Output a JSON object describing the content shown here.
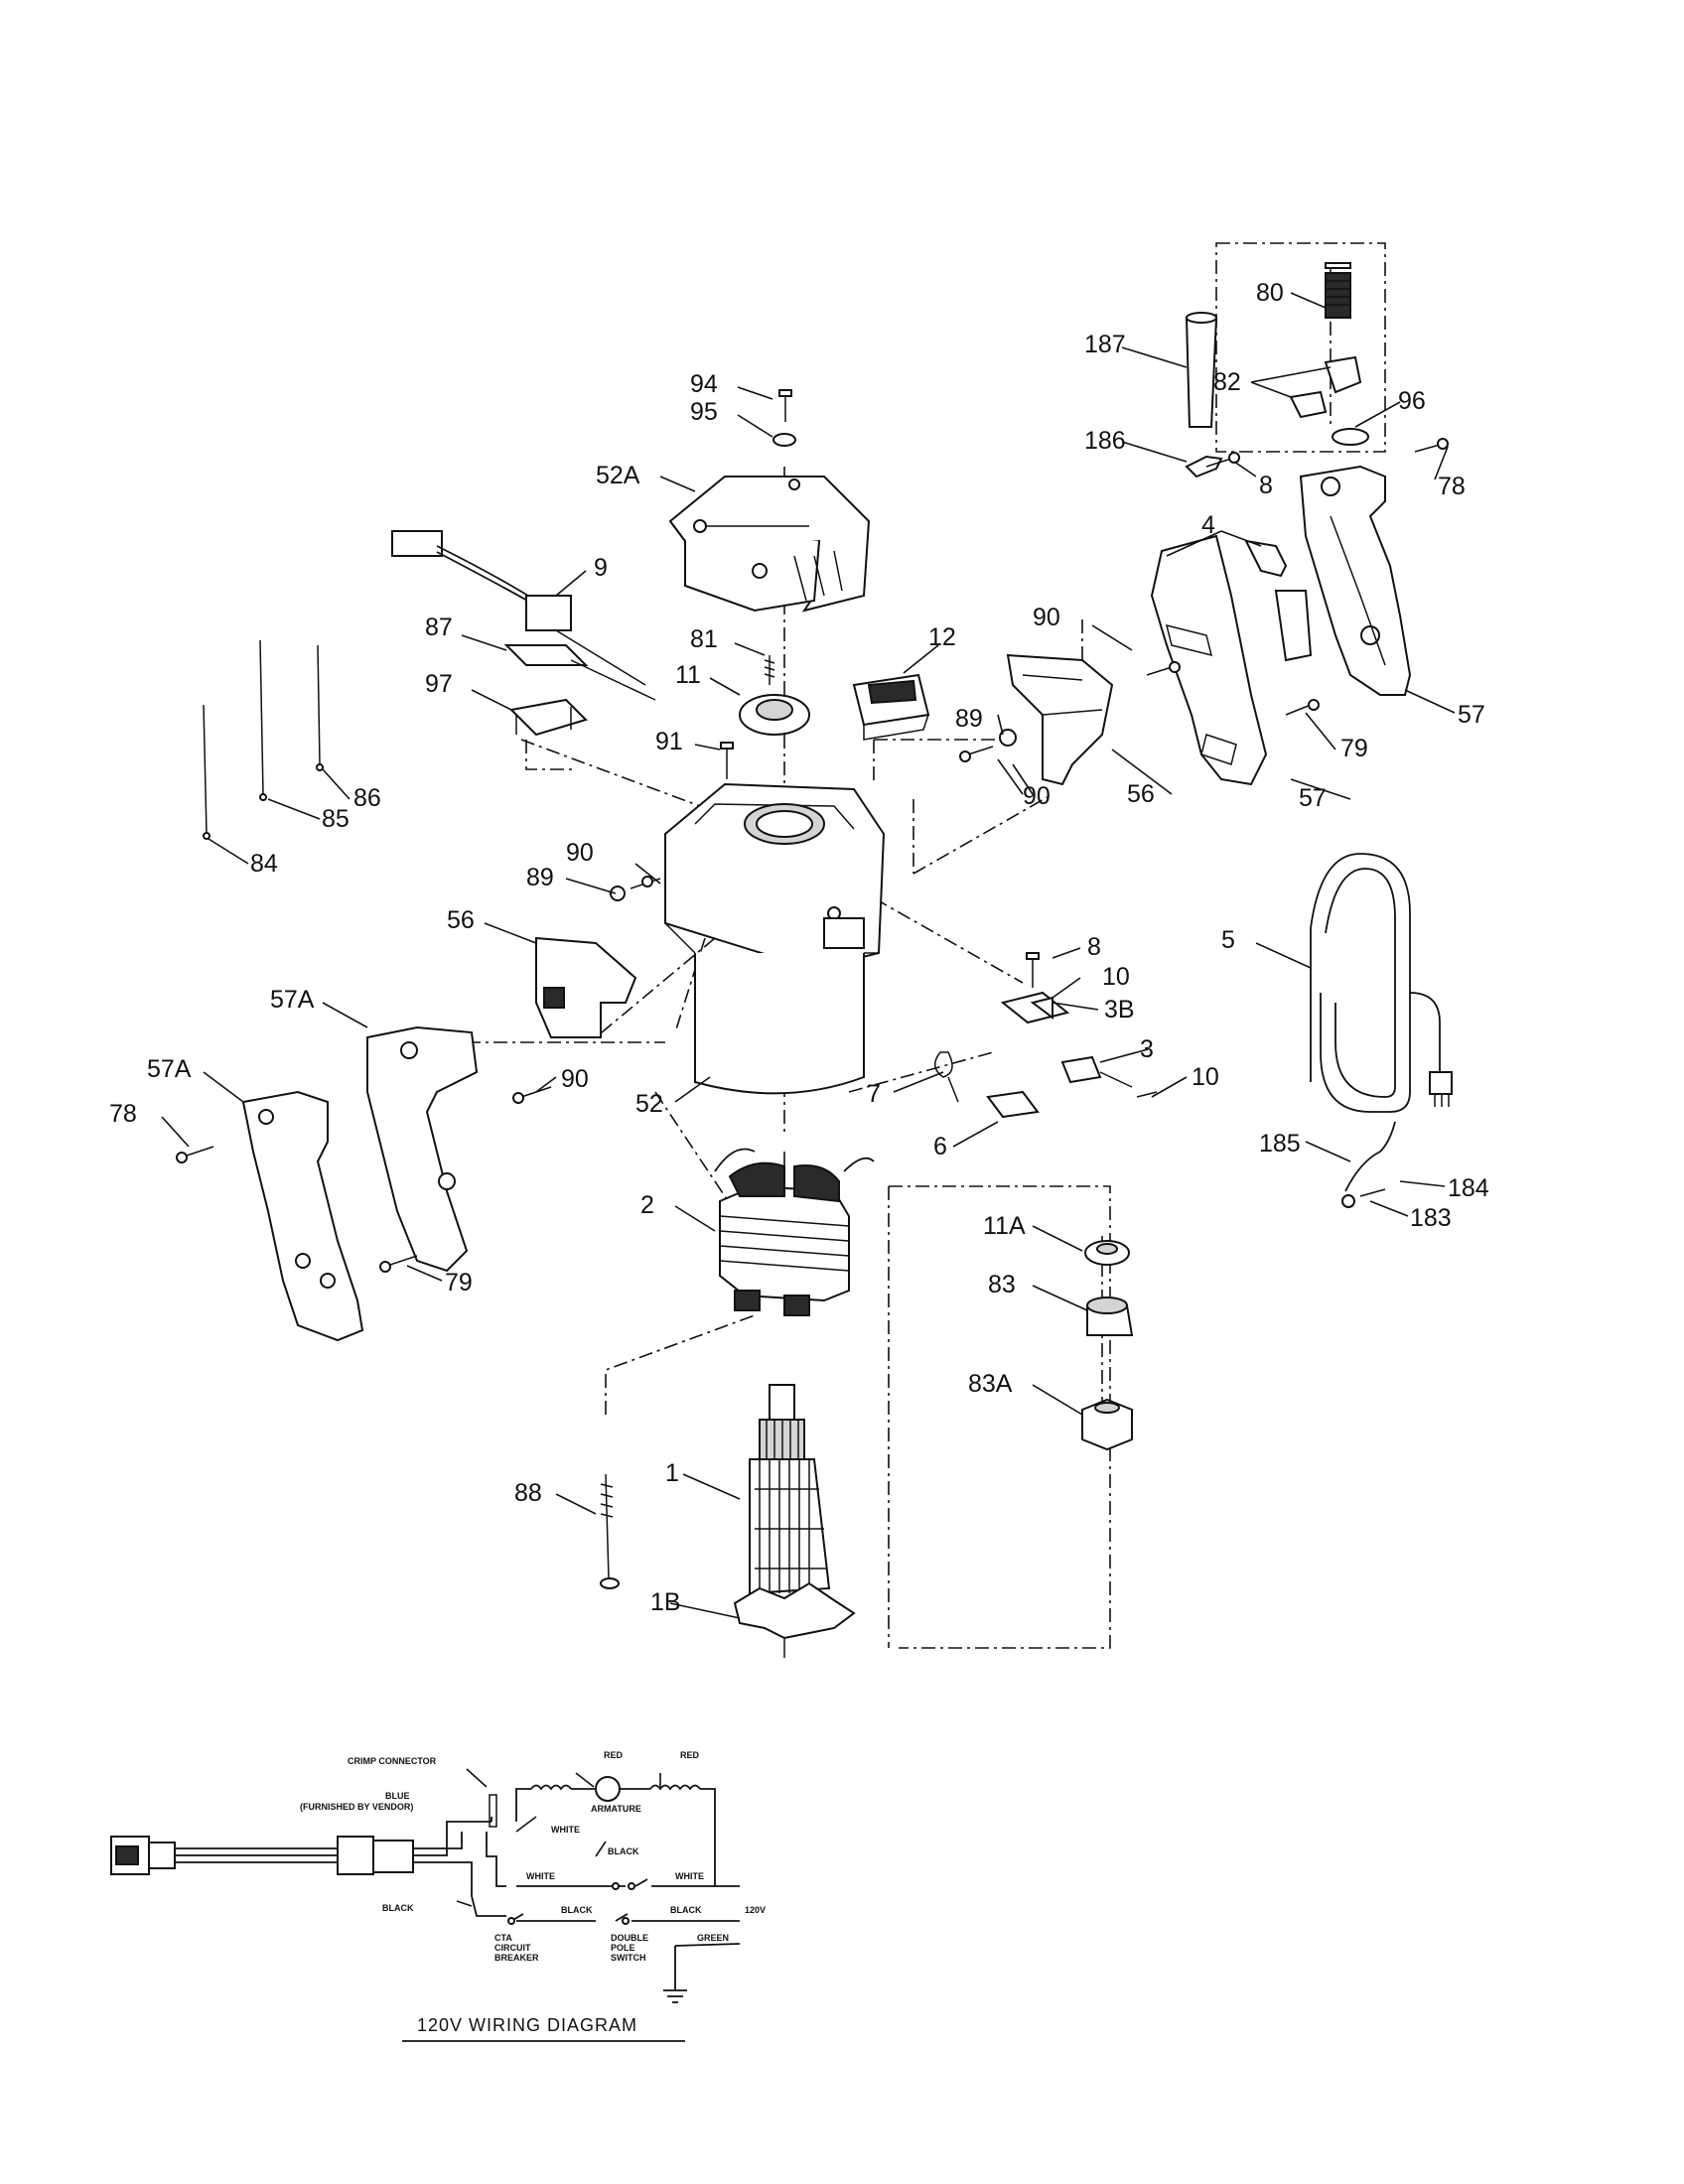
{
  "diagram": {
    "part_labels": {
      "p94": "94",
      "p95": "95",
      "p52A": "52A",
      "p9": "9",
      "p87": "87",
      "p97": "97",
      "p81": "81",
      "p11": "11",
      "p12": "12",
      "p91": "91",
      "p84": "84",
      "p85": "85",
      "p86": "86",
      "p187": "187",
      "p80": "80",
      "p82": "82",
      "p96": "96",
      "p186": "186",
      "p8a": "8",
      "p78a": "78",
      "p4": "4",
      "p90a": "90",
      "p89a": "89",
      "p90b": "90",
      "p56a": "56",
      "p57a": "57",
      "p79a": "79",
      "p57b": "57",
      "p90c": "90",
      "p89b": "89",
      "p56b": "56",
      "p57A1": "57A",
      "p57A2": "57A",
      "p78b": "78",
      "p90d": "90",
      "p52": "52",
      "p8b": "8",
      "p10a": "10",
      "p3B": "3B",
      "p3": "3",
      "p10b": "10",
      "p7": "7",
      "p6": "6",
      "p5": "5",
      "p185": "185",
      "p184": "184",
      "p183": "183",
      "p2": "2",
      "p79b": "79",
      "p11A": "11A",
      "p83": "83",
      "p83A": "83A",
      "p88": "88",
      "p1": "1",
      "p1B": "1B"
    },
    "wiring": {
      "title": "120V WIRING DIAGRAM",
      "crimp_connector": "CRIMP CONNECTOR",
      "blue": "BLUE",
      "furnished_by_vendor": "(FURNISHED BY VENDOR)",
      "red_1": "RED",
      "red_2": "RED",
      "armature": "ARMATURE",
      "white_1": "WHITE",
      "black_1": "BLACK",
      "white_2": "WHITE",
      "white_3": "WHITE",
      "black_2": "BLACK",
      "black_3": "BLACK",
      "black_4": "BLACK",
      "voltage": "120V",
      "green": "GREEN",
      "cta_1": "CTA",
      "cta_2": "CIRCUIT",
      "cta_3": "BREAKER",
      "dps_1": "DOUBLE",
      "dps_2": "POLE",
      "dps_3": "SWITCH"
    }
  }
}
